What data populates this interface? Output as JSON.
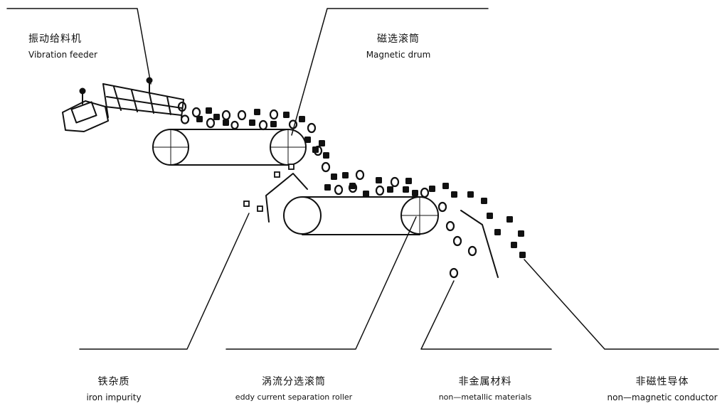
{
  "title": "",
  "labels": {
    "vibration_feeder": {
      "cn": "振动给料机",
      "en": "Vibration feeder"
    },
    "magnetic_drum": {
      "cn": "磁选滚筒",
      "en": "Magnetic drum"
    },
    "iron_impurity": {
      "cn": "铁杂质",
      "en": "iron impurity"
    },
    "eddy_roller": {
      "cn": "涡流分选滚筒",
      "en": "eddy current separation roller"
    },
    "non_metallic": {
      "cn": "非金属材料",
      "en": "non—metallic materials"
    },
    "non_magnetic": {
      "cn": "非磁性导体",
      "en": "non—magnetic conductor"
    }
  },
  "colors": {
    "line": "#111111",
    "background": "#ffffff"
  }
}
